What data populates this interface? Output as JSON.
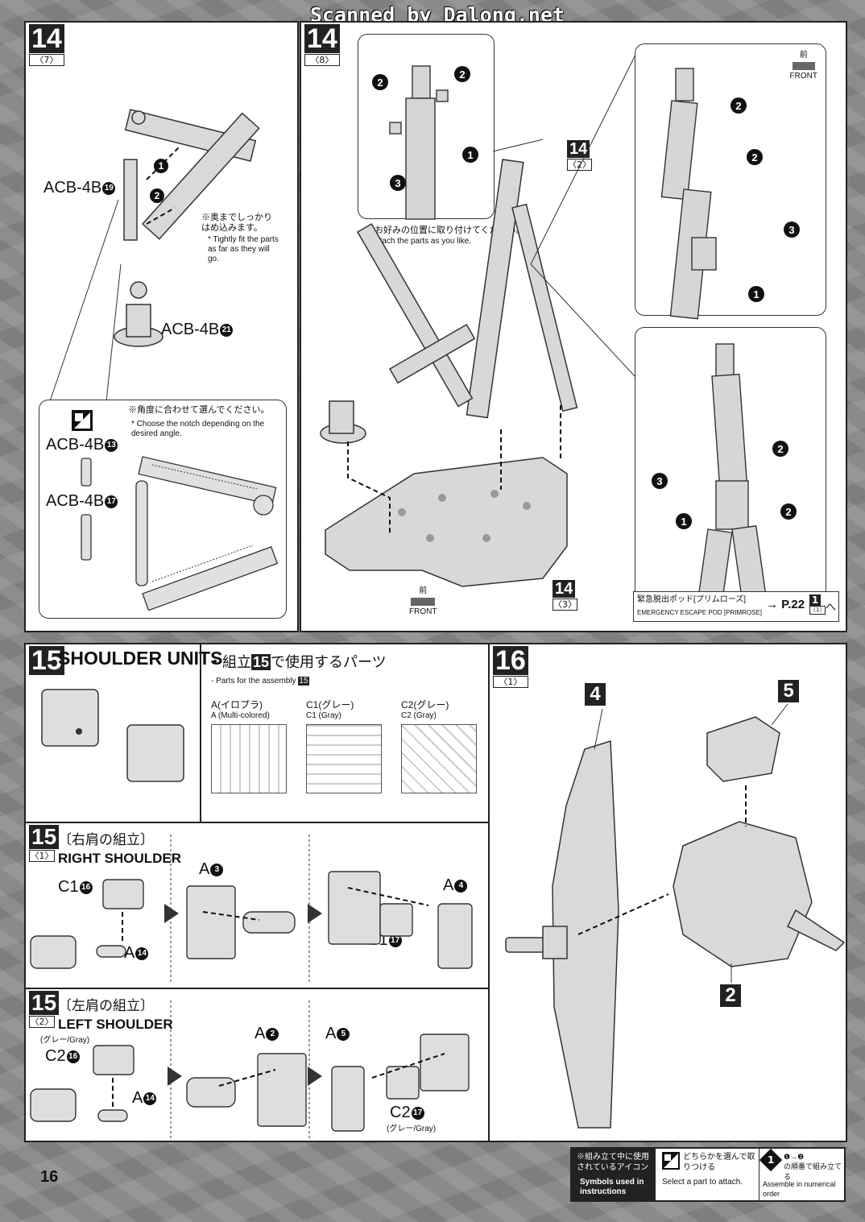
{
  "header": {
    "scanned_by": "Scanned by Dalong.net"
  },
  "step14_7": {
    "step": "14",
    "sub": "〈7〉",
    "part_19": "ACB-4B",
    "part_19_num": "19",
    "part_21": "ACB-4B",
    "part_21_num": "21",
    "note_jp": "※奥までしっかり はめ込みます。",
    "note_en": "* Tightly fit the parts as far as they will go.",
    "callout_jp": "※角度に合わせて選んでください。",
    "callout_en": "* Choose the notch depending on the desired angle.",
    "part_13": "ACB-4B",
    "part_13_num": "13",
    "part_17": "ACB-4B",
    "part_17_num": "17"
  },
  "step14_8": {
    "step": "14",
    "sub": "〈8〉",
    "note_jp": "※お好みの位置に取り付けてください。",
    "note_en": "* Attach the parts as you like.",
    "ref_2": {
      "step": "14",
      "sub": "〈2〉"
    },
    "ref_3": {
      "step": "14",
      "sub": "〈3〉"
    },
    "front_jp": "前",
    "front_en": "FRONT",
    "escape_jp": "緊急脱出ポッド[プリムローズ]",
    "escape_en": "EMERGENCY ESCAPE POD [PRIMROSE]",
    "escape_ref": "→ P.22",
    "escape_step": "1",
    "escape_sub": "〈1〉",
    "escape_arrow": "へ"
  },
  "step15": {
    "step": "15",
    "title": "SHOULDER UNITS",
    "parts_title_pre": "・組立",
    "parts_title_num": "15",
    "parts_title_post": "で使用するパーツ",
    "parts_en_pre": "- Parts for the assembly",
    "parts_en_num": "15",
    "sheets": [
      {
        "jp": "A(イロプラ)",
        "en": "A (Multi-colored)"
      },
      {
        "jp": "C1(グレー)",
        "en": "C1 (Gray)"
      },
      {
        "jp": "C2(グレー)",
        "en": "C2 (Gray)"
      }
    ]
  },
  "step15_1": {
    "step": "15",
    "sub": "〈1〉",
    "jp": "〔右肩の組立〕",
    "en": "RIGHT SHOULDER",
    "c1_16": "C1",
    "c1_16_num": "16",
    "a3": "A",
    "a3_num": "3",
    "a4": "A",
    "a4_num": "4",
    "a14": "A",
    "a14_num": "14",
    "c1_17": "C1",
    "c1_17_num": "17"
  },
  "step15_2": {
    "step": "15",
    "sub": "〈2〉",
    "jp": "〔左肩の組立〕",
    "en": "LEFT SHOULDER",
    "gray_jp": "(グレー/Gray)",
    "c2_16": "C2",
    "c2_16_num": "16",
    "a2": "A",
    "a2_num": "2",
    "a5": "A",
    "a5_num": "5",
    "a14": "A",
    "a14_num": "14",
    "c2_17": "C2",
    "c2_17_num": "17",
    "gray_jp2": "(グレー/Gray)"
  },
  "step16": {
    "step": "16",
    "sub": "〈1〉",
    "labels": [
      "4",
      "5",
      "2"
    ]
  },
  "footer": {
    "page": "16",
    "legend_jp": "※組み立て中に使用されているアイコン",
    "legend_en": "Symbols used in instructions",
    "select_jp": "どちらかを選んで取りつける",
    "select_en": "Select a part to attach.",
    "order_jp": "の順番で組み立てる",
    "order_en": "Assemble in numerical order",
    "order_nums": "❶→❷"
  }
}
